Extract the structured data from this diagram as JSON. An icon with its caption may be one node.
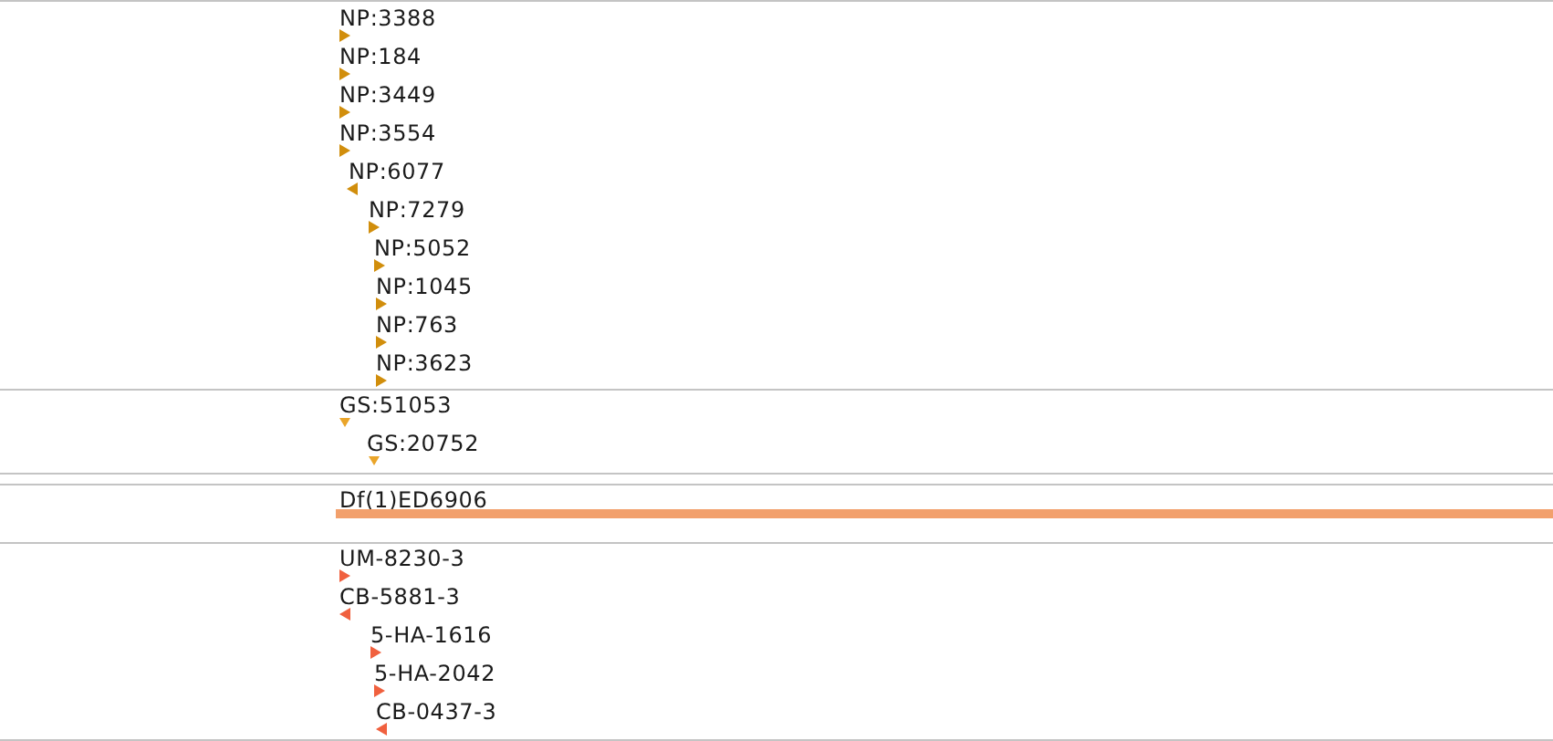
{
  "diagram": {
    "labels": [
      "NP:3388",
      "NP:184",
      "NP:3449",
      "NP:3554",
      "NP:6077",
      "NP:7279",
      "NP:5052",
      "NP:1045",
      "NP:763",
      "NP:3623",
      "GS:51053",
      "GS:20752",
      "Df(1)ED6906",
      "UM-8230-3",
      "CB-5881-3",
      "5-HA-1616",
      "5-HA-2042",
      "CB-0437-3"
    ]
  }
}
